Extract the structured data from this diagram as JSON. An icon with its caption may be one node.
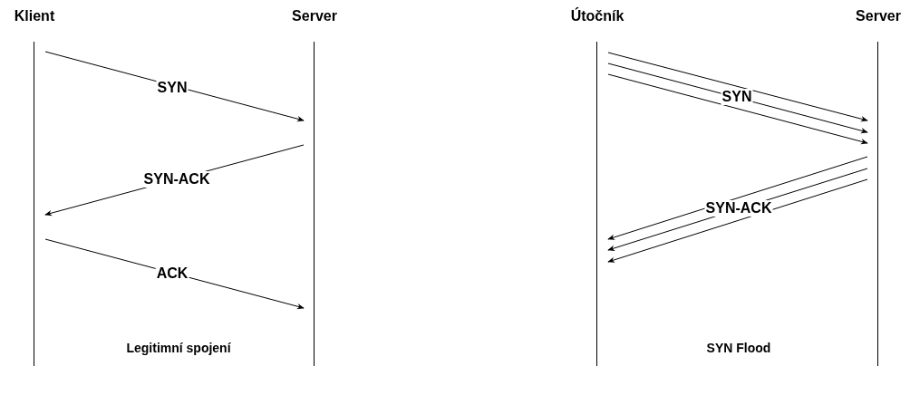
{
  "diagram": {
    "nodes": [
      {
        "text": [
          "Klient"
        ]
      },
      {
        "text": [
          "Server"
        ]
      },
      {
        "text": [
          "Útočník"
        ]
      },
      {
        "text": [
          "Server"
        ]
      }
    ],
    "edges": [
      {
        "from": 0,
        "to": 1,
        "arrow": "to",
        "label": "SYN"
      },
      {
        "from": 1,
        "to": 0,
        "arrow": "to",
        "label": "SYN-ACK"
      },
      {
        "from": 0,
        "to": 1,
        "arrow": "to",
        "label": "ACK"
      },
      {
        "from": 2,
        "to": 3,
        "arrow": "to"
      },
      {
        "from": 2,
        "to": 3,
        "arrow": "to",
        "label": "SYN"
      },
      {
        "from": 2,
        "to": 3,
        "arrow": "to"
      },
      {
        "from": 3,
        "to": 2,
        "arrow": "to"
      },
      {
        "from": 3,
        "to": 2,
        "arrow": "to",
        "label": "SYN-ACK"
      },
      {
        "from": 3,
        "to": 2,
        "arrow": "to"
      }
    ],
    "labels": [
      "Legitimní spojení",
      "SYN Flood"
    ]
  }
}
